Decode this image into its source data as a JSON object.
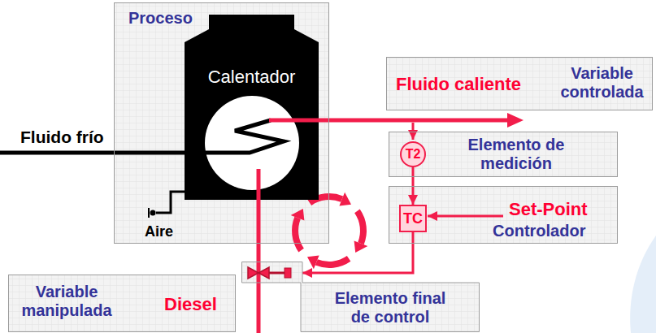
{
  "diagram": {
    "nodes": [
      {
        "text": [
          "Proceso"
        ]
      },
      {
        "text": [
          "Calentador"
        ],
        "in": 0
      },
      {
        "text": [
          "Fluido caliente",
          "Variable controlada"
        ]
      },
      {
        "text": [
          "Elemento de medición"
        ]
      },
      {
        "text": [
          "T2"
        ],
        "in": 3
      },
      {
        "text": [
          "Set-Point",
          "Controlador"
        ]
      },
      {
        "text": [
          "TC"
        ],
        "in": 5
      },
      {
        "text": [
          "Elemento final de control"
        ]
      },
      {
        "text": [
          "Variable manipulada",
          "Diesel"
        ]
      }
    ],
    "edges": [
      {
        "from": 4,
        "to": 6,
        "arrow": "to"
      },
      {
        "from": 6,
        "to": 7,
        "arrow": "to"
      }
    ],
    "labels": [
      "Fluido frío",
      "Aire"
    ]
  }
}
